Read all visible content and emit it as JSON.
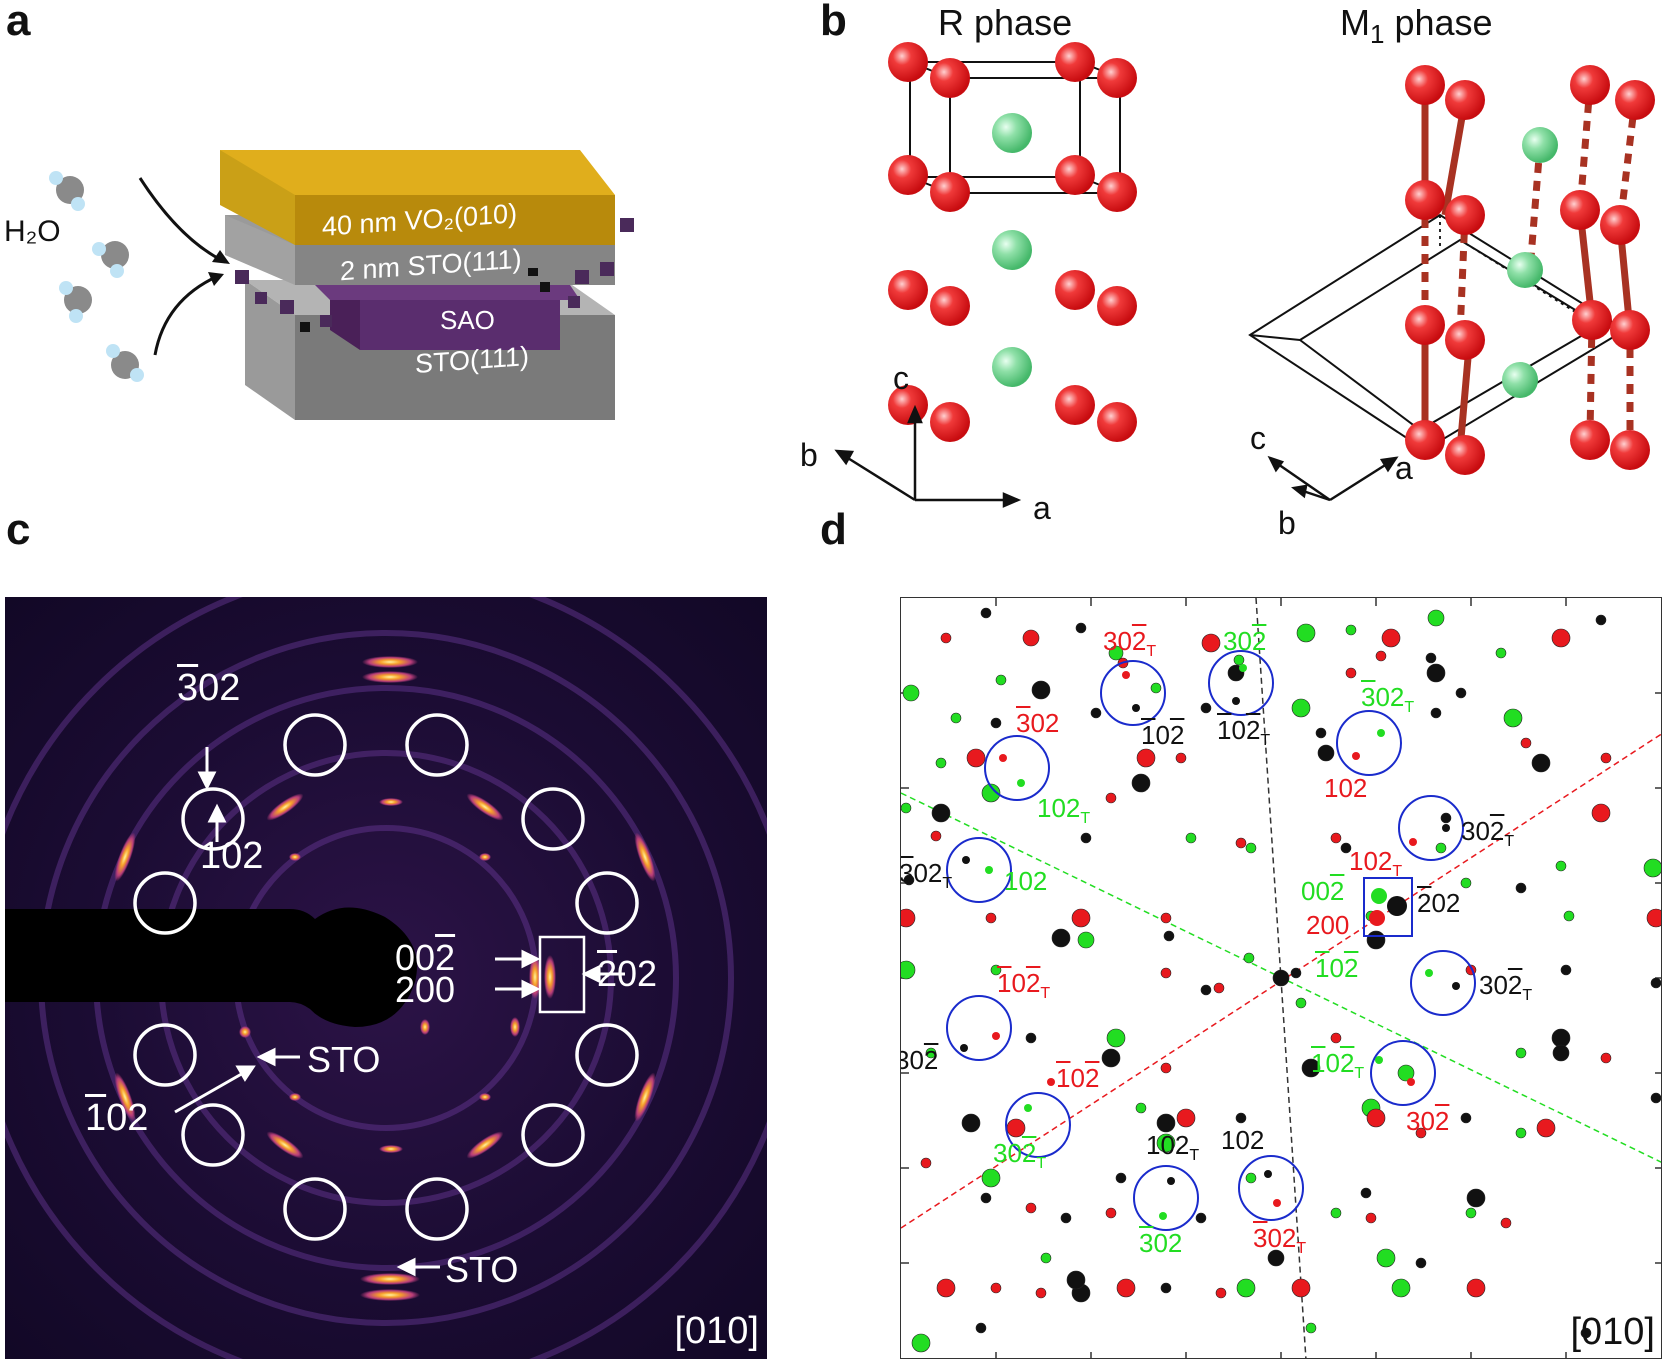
{
  "panels": {
    "a": {
      "letter": "a",
      "water_label": "H₂O",
      "layers": {
        "vo2": "40 nm VO₂(010)",
        "sto_thin": "2 nm STO(111)",
        "sao": "SAO",
        "sto_sub": "STO(111)"
      },
      "colors": {
        "vo2": "#c9980f",
        "sto": "#8c8c8c",
        "sao": "#5a2d6e"
      }
    },
    "b": {
      "letter": "b",
      "r_phase": "R phase",
      "m1_phase": "M",
      "m1_sub": "1",
      "m1_suffix": " phase",
      "axes_r": {
        "c": "c",
        "b": "b",
        "a": "a"
      },
      "axes_m": {
        "c": "c",
        "b": "b",
        "a": "a"
      },
      "colors": {
        "v_atom": "#e8191e",
        "o_atom": "#6ecf8a",
        "bond": "#a83222"
      }
    },
    "c": {
      "letter": "c",
      "zone_axis": "[010]",
      "labels": {
        "l302bar": "302",
        "l102": "102",
        "l002": "002",
        "l200": "200",
        "l202": "202",
        "sto1": "STO",
        "l102bar": "102",
        "sto2": "STO"
      }
    },
    "d": {
      "letter": "d",
      "zone_axis": "[010]",
      "colors": {
        "red": "#e8191e",
        "green": "#22dd22",
        "black": "#111111",
        "circle": "#1a2bcc"
      }
    }
  }
}
